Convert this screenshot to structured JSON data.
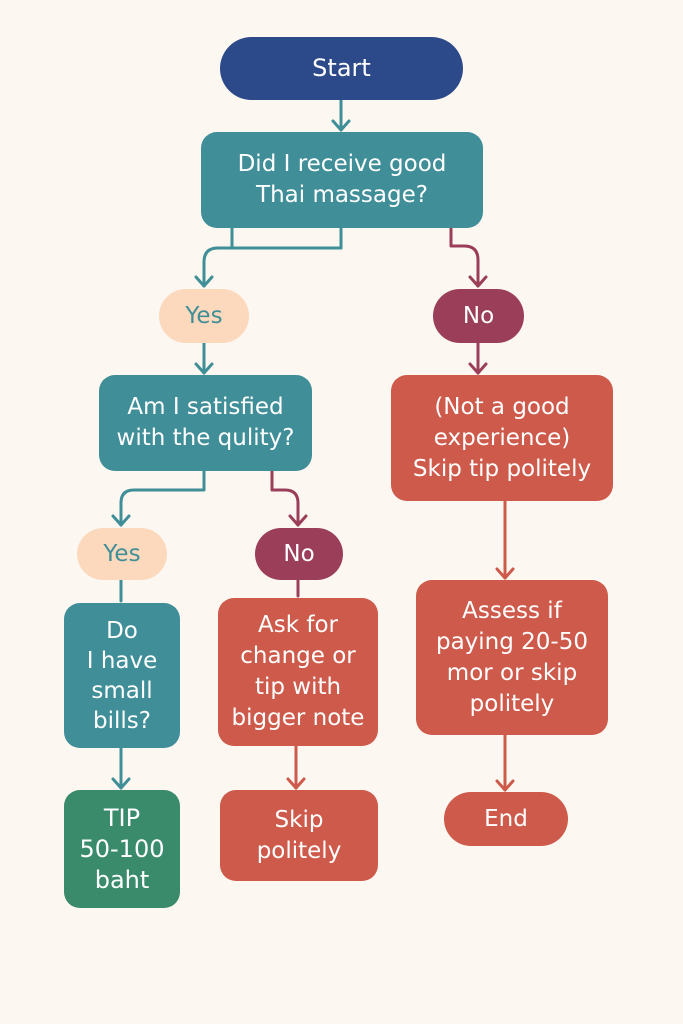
{
  "nodes": {
    "start": "Start",
    "q1": "Did I receive good\nThai massage?",
    "yes1": "Yes",
    "no1": "No",
    "q2": "Am I satisfied\nwith the qulity?",
    "skip_tip": "(Not a good\nexperience)\nSkip tip politely",
    "yes2": "Yes",
    "no2": "No",
    "q3": "Do\nI have\nsmall\nbills?",
    "ask": "Ask for\nchange or\ntip with\nbigger note",
    "assess": "Assess if\npaying 20-50\nmor or skip\npolitely",
    "tip": "TIP\n50-100\nbaht",
    "skip_politely": "Skip\npolitely",
    "end": "End"
  },
  "colors": {
    "navy": "#2c4a8a",
    "teal": "#3f8e98",
    "green": "#3a8a6c",
    "red": "#cd5a4a",
    "wine": "#9a3e5a",
    "peach": "#fcd9bd",
    "background": "#fcf8f1"
  }
}
